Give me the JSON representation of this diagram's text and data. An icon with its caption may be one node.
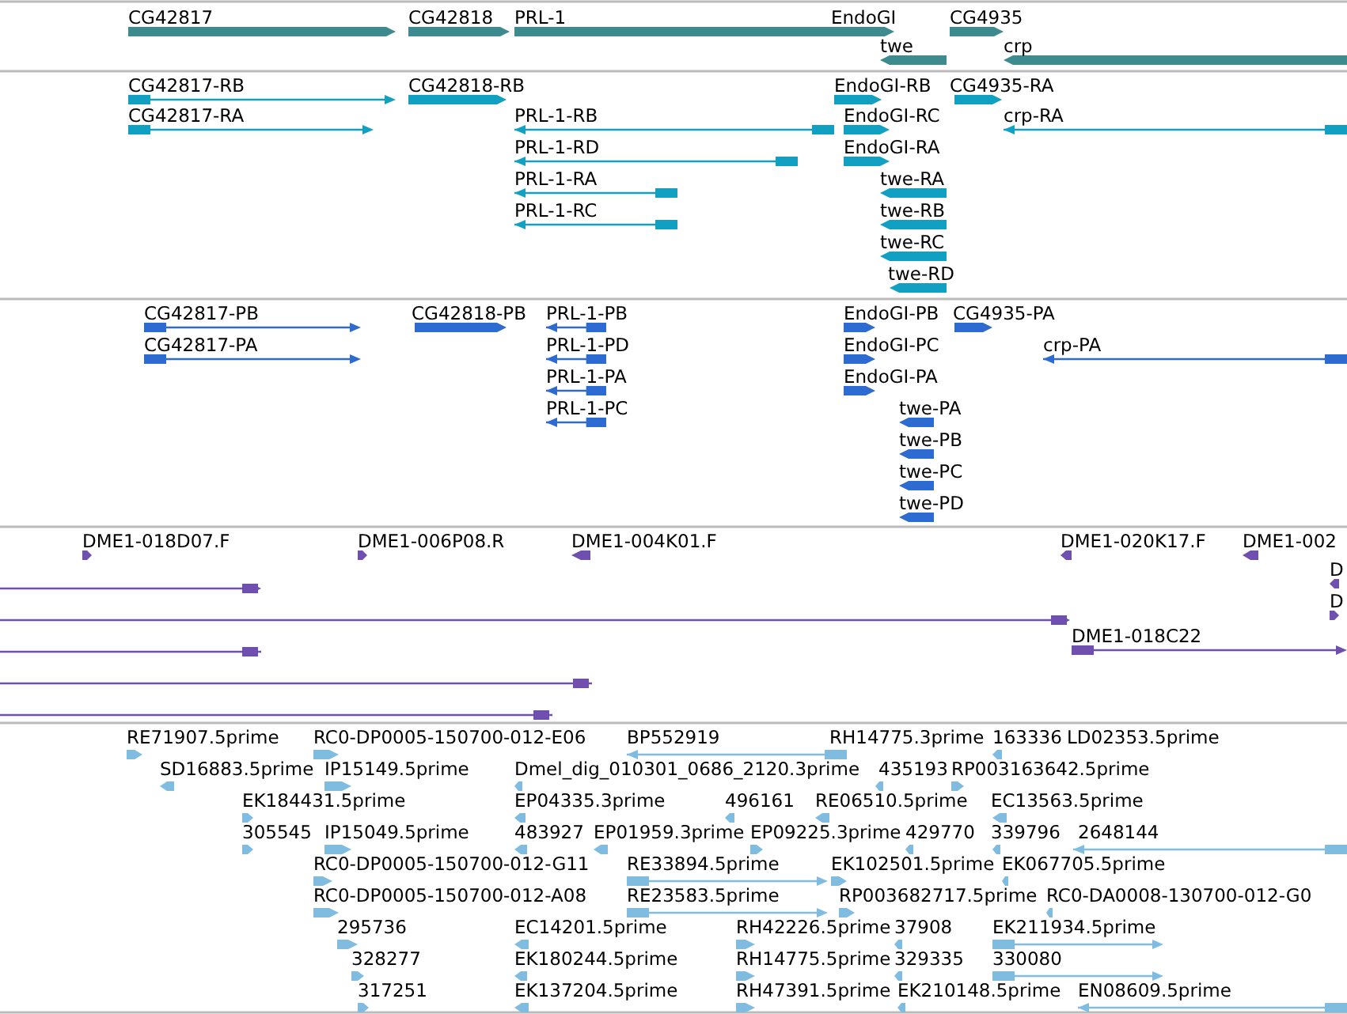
{
  "diagram": {
    "labels": [
      "CG42817",
      "CG42818",
      "PRL-1",
      "EndoGI",
      "CG4935",
      "twe",
      "crp",
      "CG42817-RB",
      "CG42818-RB",
      "EndoGI-RB",
      "CG4935-RA",
      "CG42817-RA",
      "PRL-1-RB",
      "EndoGI-RC",
      "crp-RA",
      "PRL-1-RD",
      "EndoGI-RA",
      "PRL-1-RA",
      "twe-RA",
      "PRL-1-RC",
      "twe-RB",
      "twe-RC",
      "twe-RD",
      "CG42817-PB",
      "CG42818-PB",
      "PRL-1-PB",
      "EndoGI-PB",
      "CG4935-PA",
      "CG42817-PA",
      "PRL-1-PD",
      "EndoGI-PC",
      "crp-PA",
      "PRL-1-PA",
      "EndoGI-PA",
      "PRL-1-PC",
      "twe-PA",
      "twe-PB",
      "twe-PC",
      "twe-PD",
      "DME1-018D07.F",
      "DME1-006P08.R",
      "DME1-004K01.F",
      "DME1-020K17.F",
      "DME1-002",
      "D",
      "D",
      "DME1-018C22",
      "RE71907.5prime",
      "RC0-DP0005-150700-012-E06",
      "BP552919",
      "RH14775.3prime",
      "163336",
      "LD02353.5prime",
      "SD16883.5prime",
      "IP15149.5prime",
      "Dmel_dig_010301_0686_2120.3prime",
      "435193",
      "RP003163642.5prime",
      "EK184431.5prime",
      "EP04335.3prime",
      "496161",
      "RE06510.5prime",
      "EC13563.5prime",
      "305545",
      "IP15049.5prime",
      "483927",
      "EP01959.3prime",
      "EP09225.3prime",
      "429770",
      "339796",
      "2648144",
      "RC0-DP0005-150700-012-G11",
      "RE33894.5prime",
      "EK102501.5prime",
      "EK067705.5prime",
      "RC0-DP0005-150700-012-A08",
      "RE23583.5prime",
      "RP003682717.5prime",
      "RC0-DA0008-130700-012-G0",
      "295736",
      "EC14201.5prime",
      "RH42226.5prime",
      "37908",
      "EK211934.5prime",
      "328277",
      "EK180244.5prime",
      "RH14775.5prime",
      "329335",
      "330080",
      "317251",
      "EK137204.5prime",
      "RH47391.5prime",
      "EK210148.5prime",
      "EN08609.5prime"
    ]
  }
}
